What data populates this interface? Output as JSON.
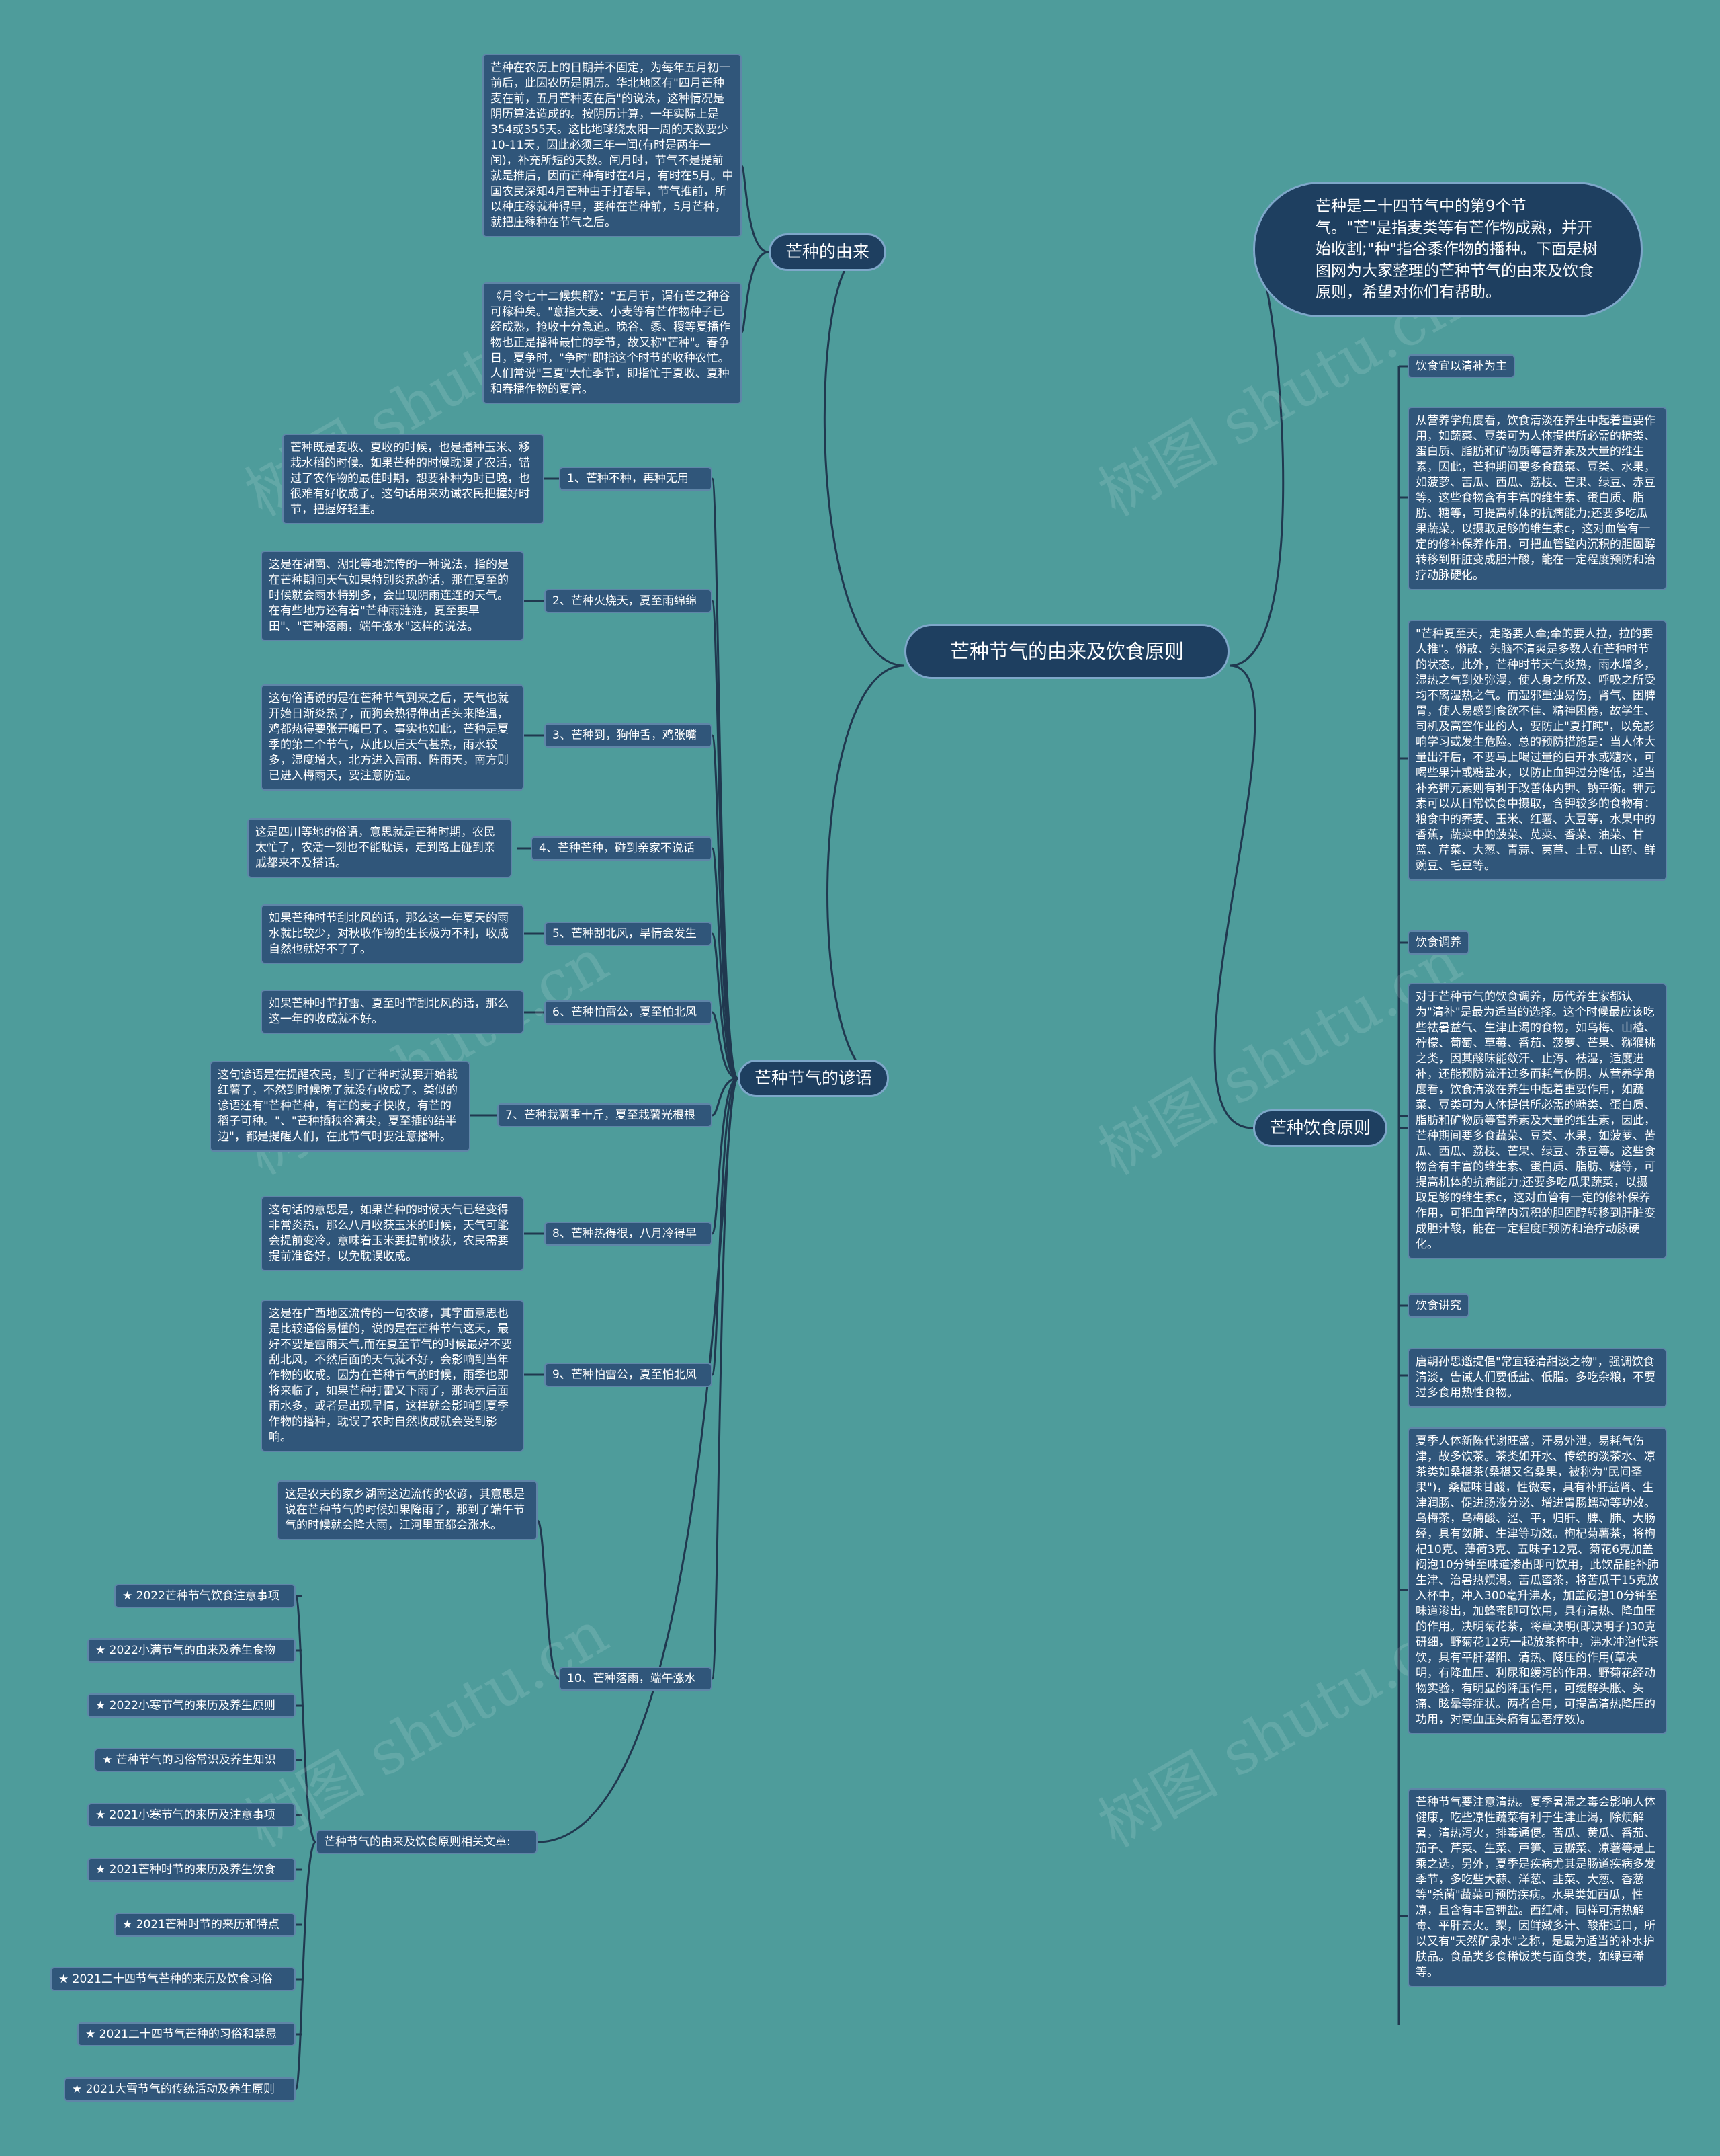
{
  "watermark": "树图 shutu.cn",
  "root": "芒种节气的由来及饮食原则",
  "intro": "芒种是二十四节气中的第9个节气。\"芒\"是指麦类等有芒作物成熟，并开始收割;\"种\"指谷黍作物的播种。下面是树图网为大家整理的芒种节气的由来及饮食原则，希望对你们有帮助。",
  "origin": {
    "label": "芒种的由来",
    "p1": "芒种在农历上的日期并不固定，为每年五月初一前后，此因农历是阴历。华北地区有\"四月芒种麦在前，五月芒种麦在后\"的说法，这种情况是阴历算法造成的。按阴历计算，一年实际上是354或355天。这比地球绕太阳一周的天数要少10-11天，因此必须三年一闰(有时是两年一闰)，补充所短的天数。闰月时，节气不是提前就是推后，因而芒种有时在4月，有时在5月。中国农民深知4月芒种由于打春早，节气推前，所以种庄稼就种得早，要种在芒种前，5月芒种，就把庄稼种在节气之后。",
    "p2": "《月令七十二候集解》：\"五月节，谓有芒之种谷可稼种矣。\"意指大麦、小麦等有芒作物种子已经成熟，抢收十分急迫。晚谷、黍、稷等夏播作物也正是播种最忙的季节，故又称\"芒种\"。春争日，夏争时，\"争时\"即指这个时节的收种农忙。人们常说\"三夏\"大忙季节，即指忙于夏收、夏种和春播作物的夏管。"
  },
  "proverbs": {
    "label": "芒种节气的谚语",
    "items": [
      {
        "title": "1、芒种不种，再种无用",
        "text": "芒种既是麦收、夏收的时候，也是播种玉米、移栽水稻的时候。如果芒种的时候耽误了农活，错过了农作物的最佳时期，想要补种为时已晚，也很难有好收成了。这句话用来劝诫农民把握好时节，把握好轻重。"
      },
      {
        "title": "2、芒种火烧天，夏至雨绵绵",
        "text": "这是在湖南、湖北等地流传的一种说法，指的是在芒种期间天气如果特别炎热的话，那在夏至的时候就会雨水特别多，会出现阴雨连连的天气。在有些地方还有着\"芒种雨涟涟，夏至要旱田\"、\"芒种落雨，端午涨水\"这样的说法。"
      },
      {
        "title": "3、芒种到，狗伸舌，鸡张嘴",
        "text": "这句俗语说的是在芒种节气到来之后，天气也就开始日渐炎热了，而狗会热得伸出舌头来降温，鸡都热得要张开嘴巴了。事实也如此，芒种是夏季的第二个节气，从此以后天气甚热，雨水较多，湿度增大，北方进入雷雨、阵雨天，南方则已进入梅雨天，要注意防湿。"
      },
      {
        "title": "4、芒种芒种，碰到亲家不说话",
        "text": "这是四川等地的俗语，意思就是芒种时期，农民太忙了，农活一刻也不能耽误，走到路上碰到亲戚都来不及搭话。"
      },
      {
        "title": "5、芒种刮北风，旱情会发生",
        "text": "如果芒种时节刮北风的话，那么这一年夏天的雨水就比较少，对秋收作物的生长极为不利，收成自然也就好不了了。"
      },
      {
        "title": "6、芒种怕雷公，夏至怕北风",
        "text": "如果芒种时节打雷、夏至时节刮北风的话，那么这一年的收成就不好。"
      },
      {
        "title": "7、芒种栽薯重十斤，夏至栽薯光根根",
        "text": "这句谚语是在提醒农民，到了芒种时就要开始栽红薯了，不然到时候晚了就没有收成了。类似的谚语还有\"芒种芒种，有芒的麦子快收，有芒的稻子可种。\"、\"芒种插秧谷满尖，夏至插的结半边\"，都是提醒人们，在此节气时要注意播种。"
      },
      {
        "title": "8、芒种热得很，八月冷得早",
        "text": "这句话的意思是，如果芒种的时候天气已经变得非常炎热，那么八月收获玉米的时候，天气可能会提前变冷。意味着玉米要提前收获，农民需要提前准备好，以免耽误收成。"
      },
      {
        "title": "9、芒种怕雷公，夏至怕北风",
        "text": "这是在广西地区流传的一句农谚，其字面意思也是比较通俗易懂的，说的是在芒种节气这天，最好不要是雷雨天气,而在夏至节气的时候最好不要刮北风，不然后面的天气就不好，会影响到当年作物的收成。因为在芒种节气的时候，雨季也即将来临了，如果芒种打雷又下雨了，那表示后面雨水多，或者是出现旱情，这样就会影响到夏季作物的播种，耽误了农时自然收成就会受到影响。"
      },
      {
        "title": "10、芒种落雨，端午涨水",
        "text": "这是农夫的家乡湖南这边流传的农谚，其意思是说在芒种节气的时候如果降雨了，那到了端午节气的时候就会降大雨，江河里面都会涨水。"
      }
    ]
  },
  "diet": {
    "label": "芒种饮食原则",
    "subs": [
      {
        "title": "饮食宜以清补为主",
        "texts": [
          "从营养学角度看，饮食清淡在养生中起着重要作用，如蔬菜、豆类可为人体提供所必需的糖类、蛋白质、脂肪和矿物质等营养素及大量的维生素，因此，芒种期间要多食蔬菜、豆类、水果，如菠萝、苦瓜、西瓜、荔枝、芒果、绿豆、赤豆等。这些食物含有丰富的维生素、蛋白质、脂肪、糖等，可提高机体的抗病能力;还要多吃瓜果蔬菜。以摄取足够的维生素c，这对血管有一定的修补保养作用，可把血管壁内沉积的胆固醇转移到肝脏变成胆汁酸，能在一定程度预防和治疗动脉硬化。",
          "\"芒种夏至天，走路要人牵;牵的要人拉，拉的要人推\"。懒散、头脑不清爽是多数人在芒种时节的状态。此外，芒种时节天气炎热，雨水增多，湿热之气到处弥漫，使人身之所及、呼吸之所受均不离湿热之气。而湿邪重浊易伤，肾气、困脾胃，使人易感到食欲不佳、精神困倦，故学生、司机及高空作业的人，要防止\"夏打盹\"，以免影响学习或发生危险。总的预防措施是：当人体大量出汗后，不要马上喝过量的白开水或糖水，可喝些果汁或糖盐水，以防止血钾过分降低，适当补充钾元素则有利于改善体内钾、钠平衡。钾元素可以从日常饮食中摄取，含钾较多的食物有：粮食中的荞麦、玉米、红薯、大豆等，水果中的香蕉，蔬菜中的菠菜、苋菜、香菜、油菜、甘蓝、芹菜、大葱、青蒜、莴苣、土豆、山药、鲜豌豆、毛豆等。"
        ]
      },
      {
        "title": "饮食调养",
        "texts": [
          "对于芒种节气的饮食调养，历代养生家都认为\"清补\"是最为适当的选择。这个时候最应该吃些祛暑益气、生津止渴的食物，如乌梅、山楂、柠檬、葡萄、草莓、番茄、菠萝、芒果、猕猴桃之类，因其酸味能敛汗、止泻、祛湿，适度进补，还能预防流汗过多而耗气伤阴。从营养学角度看，饮食清淡在养生中起着重要作用，如蔬菜、豆类可为人体提供所必需的糖类、蛋白质、脂肪和矿物质等营养素及大量的维生素，因此，芒种期间要多食蔬菜、豆类、水果，如菠萝、苦瓜、西瓜、荔枝、芒果、绿豆、赤豆等。这些食物含有丰富的维生素、蛋白质、脂肪、糖等，可提高机体的抗病能力;还要多吃瓜果蔬菜，以摄取足够的维生素c，这对血管有一定的修补保养作用，可把血管壁内沉积的胆固醇转移到肝脏变成胆汁酸，能在一定程度E预防和治疗动脉硬化。"
        ]
      },
      {
        "title": "饮食讲究",
        "texts": [
          "唐朝孙思邈提倡\"常宜轻清甜淡之物\"，强调饮食清淡，告诫人们要低盐、低脂。多吃杂粮，不要过多食用热性食物。",
          "夏季人体新陈代谢旺盛，汗易外泄，易耗气伤津，故多饮茶。茶类如开水、传统的淡茶水、凉茶类如桑椹茶(桑椹又名桑果，被称为\"民间圣果\")，桑椹味甘酸，性微寒，具有补肝益肾、生津润肠、促进肠液分泌、增进胃肠蠕动等功效。乌梅茶，乌梅酸、涩、平，归肝、脾、肺、大肠经，具有敛肺、生津等功效。枸杞菊薯茶，将枸杞10克、薄荷3克、五味子12克、菊花6克加盖闷泡10分钟至味道渗出即可饮用，此饮品能补肺生津、治暑热烦渴。苦瓜蜜茶，将苦瓜干15克放入杯中，冲入300毫升沸水，加盖闷泡10分钟至味道渗出，加蜂蜜即可饮用，具有清热、降血压的作用。决明菊花茶，将草决明(即决明子)30克研细，野菊花12克一起放茶杯中，沸水冲泡代茶饮，具有平肝潜阳、清热、降压的作用(草决明，有降血压、利尿和缓泻的作用。野菊花经动物实验，有明显的降压作用，可缓解头胀、头痛、眩晕等症状。两者合用，可提高清热降压的功用，对高血压头痛有显著疗效)。",
          "芒种节气要注意清热。夏季暑湿之毒会影响人体健康，吃些凉性蔬菜有利于生津止渴，除烦解暑，清热泻火，排毒通便。苦瓜、黄瓜、番茄、茄子、芹菜、生菜、芦笋、豆瓣菜、凉薯等是上乘之选，另外，夏季是疾病尤其是肠道疾病多发季节，多吃些大蒜、洋葱、韭菜、大葱、香葱等\"杀菌\"蔬菜可预防疾病。水果类如西瓜，性凉，且含有丰富钾盐。西红柿，同样可清热解毒、平肝去火。梨，因鲜嫩多汁、酸甜适口，所以又有\"天然矿泉水\"之称，是最为适当的补水护肤品。食品类多食稀饭类与面食类，如绿豆稀等。"
        ]
      }
    ]
  },
  "related": {
    "label": "芒种节气的由来及饮食原则相关文章:",
    "items": [
      "★ 2022芒种节气饮食注意事项",
      "★ 2022小满节气的由来及养生食物",
      "★ 2022小寒节气的来历及养生原则",
      "★ 芒种节气的习俗常识及养生知识",
      "★ 2021小寒节气的来历及注意事项",
      "★ 2021芒种时节的来历及养生饮食",
      "★ 2021芒种时节的来历和特点",
      "★ 2021二十四节气芒种的来历及饮食习俗",
      "★ 2021二十四节气芒种的习俗和禁忌",
      "★ 2021大雪节气的传统活动及养生原则"
    ]
  }
}
